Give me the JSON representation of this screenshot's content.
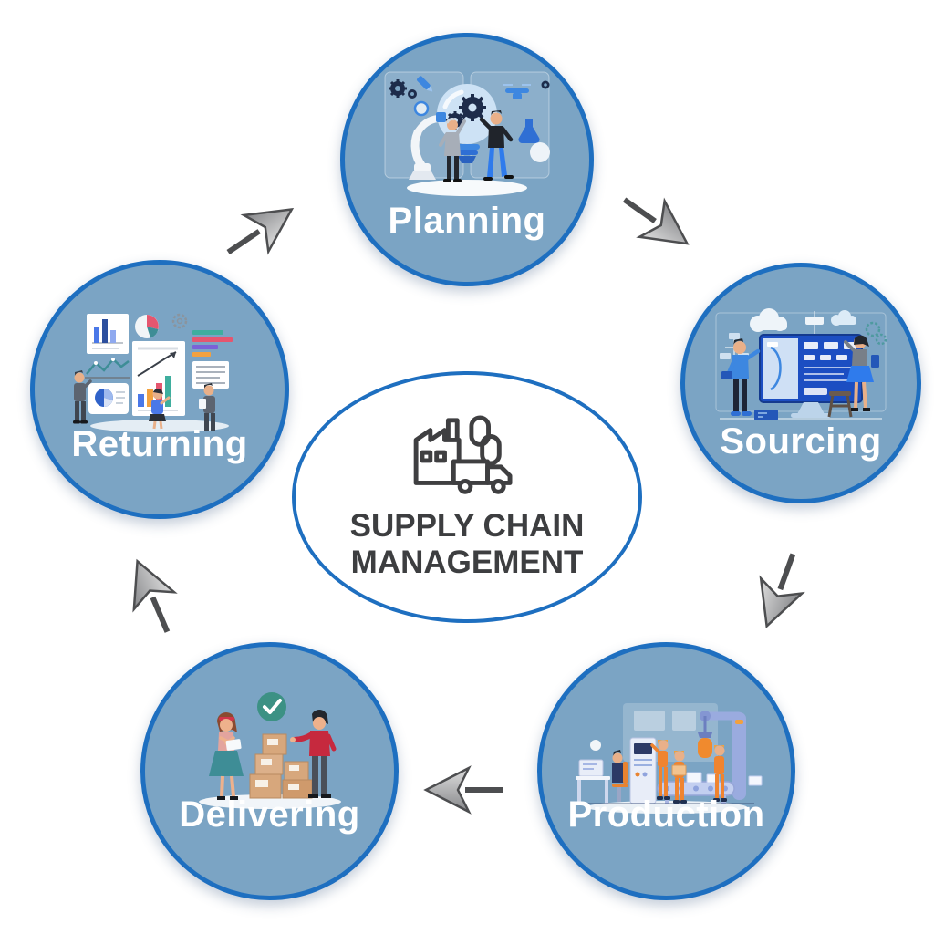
{
  "page": {
    "background": "#ffffff",
    "title": "Supply Chain Management cycle diagram"
  },
  "center": {
    "title_line1": "SUPPLY CHAIN",
    "title_line2": "MANAGEMENT",
    "icon": "factory-truck-chain-icon",
    "border_color": "#1e6fc0",
    "text_color": "#3d3e40"
  },
  "nodes": [
    {
      "id": "planning",
      "label": "Planning",
      "position": "top",
      "illustration": "team-lightbulb-gears-robot-arm-drone"
    },
    {
      "id": "sourcing",
      "label": "Sourcing",
      "position": "right",
      "illustration": "two-people-large-monitor-clouds-gears"
    },
    {
      "id": "production",
      "label": "Production",
      "position": "bottom-right",
      "illustration": "workers-conveyor-robotic-arm-factory"
    },
    {
      "id": "delivering",
      "label": "Delivering",
      "position": "bottom-left",
      "illustration": "parcel-boxes-handover-checkmark"
    },
    {
      "id": "returning",
      "label": "Returning",
      "position": "left",
      "illustration": "analytics-charts-documents-team"
    }
  ],
  "arrows": [
    {
      "from": "returning",
      "to": "planning",
      "direction": "up-right"
    },
    {
      "from": "planning",
      "to": "sourcing",
      "direction": "down-right"
    },
    {
      "from": "sourcing",
      "to": "production",
      "direction": "down-left"
    },
    {
      "from": "production",
      "to": "delivering",
      "direction": "left"
    },
    {
      "from": "delivering",
      "to": "returning",
      "direction": "up-left"
    }
  ],
  "style": {
    "circle_fill": "#7ba4c4",
    "circle_border": "#1e6fc0",
    "label_color": "#ffffff",
    "arrow_shaft_color": "#4d4e50",
    "arrow_fill_light": "#dedede",
    "arrow_fill_dark": "#86878a",
    "background": "#ffffff"
  }
}
